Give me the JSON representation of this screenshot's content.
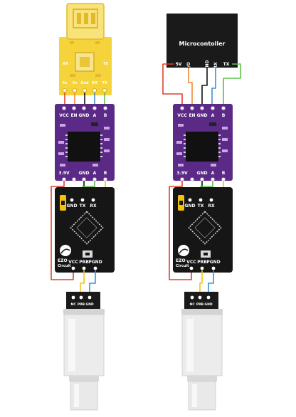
{
  "colors": {
    "usb_board": "#f5d33a",
    "isolator_board": "#5b2a86",
    "ezo_board": "#161616",
    "mcu": "#1a1a1a",
    "wire_red": "#e0412b",
    "wire_orange": "#f28a2e",
    "wire_black": "#111111",
    "wire_blue": "#3a8fd6",
    "wire_green": "#5fbf4a",
    "wire_yellow": "#f4c20d",
    "probe_connector": "#e6e6e6"
  },
  "left_setup": {
    "usb_pins": [
      "5v",
      "3v",
      "Gnd",
      "RX",
      "TX"
    ],
    "usb_side_marks": [
      "RX",
      "TX"
    ],
    "isolator_top_pins": [
      "VCC",
      "EN",
      "GND",
      "A",
      "B"
    ],
    "isolator_bottom_pins": [
      "3.9V",
      "GND",
      "A",
      "B"
    ],
    "ezo_top_pins": [
      "GND",
      "TX",
      "RX"
    ],
    "ezo_bottom_pins": [
      "VCC",
      "PRB",
      "PGND"
    ],
    "ezo_logo_line1": "EZO",
    "ezo_logo_line2": "Circuit",
    "connector_pins": [
      "NC",
      "PRB",
      "GND"
    ]
  },
  "right_setup": {
    "mcu_title": "Microcontoller",
    "mcu_pins": [
      "5V",
      "I/O",
      "GND",
      "RX",
      "TX"
    ],
    "isolator_top_pins": [
      "VCC",
      "EN",
      "GND",
      "A",
      "B"
    ],
    "isolator_bottom_pins": [
      "3.9V",
      "GND",
      "A",
      "B"
    ],
    "ezo_top_pins": [
      "GND",
      "TX",
      "RX"
    ],
    "ezo_bottom_pins": [
      "VCC",
      "PRB",
      "PGND"
    ],
    "ezo_logo_line1": "EZO",
    "ezo_logo_line2": "Circuit",
    "connector_pins": [
      "NC",
      "PRB",
      "GND"
    ]
  }
}
